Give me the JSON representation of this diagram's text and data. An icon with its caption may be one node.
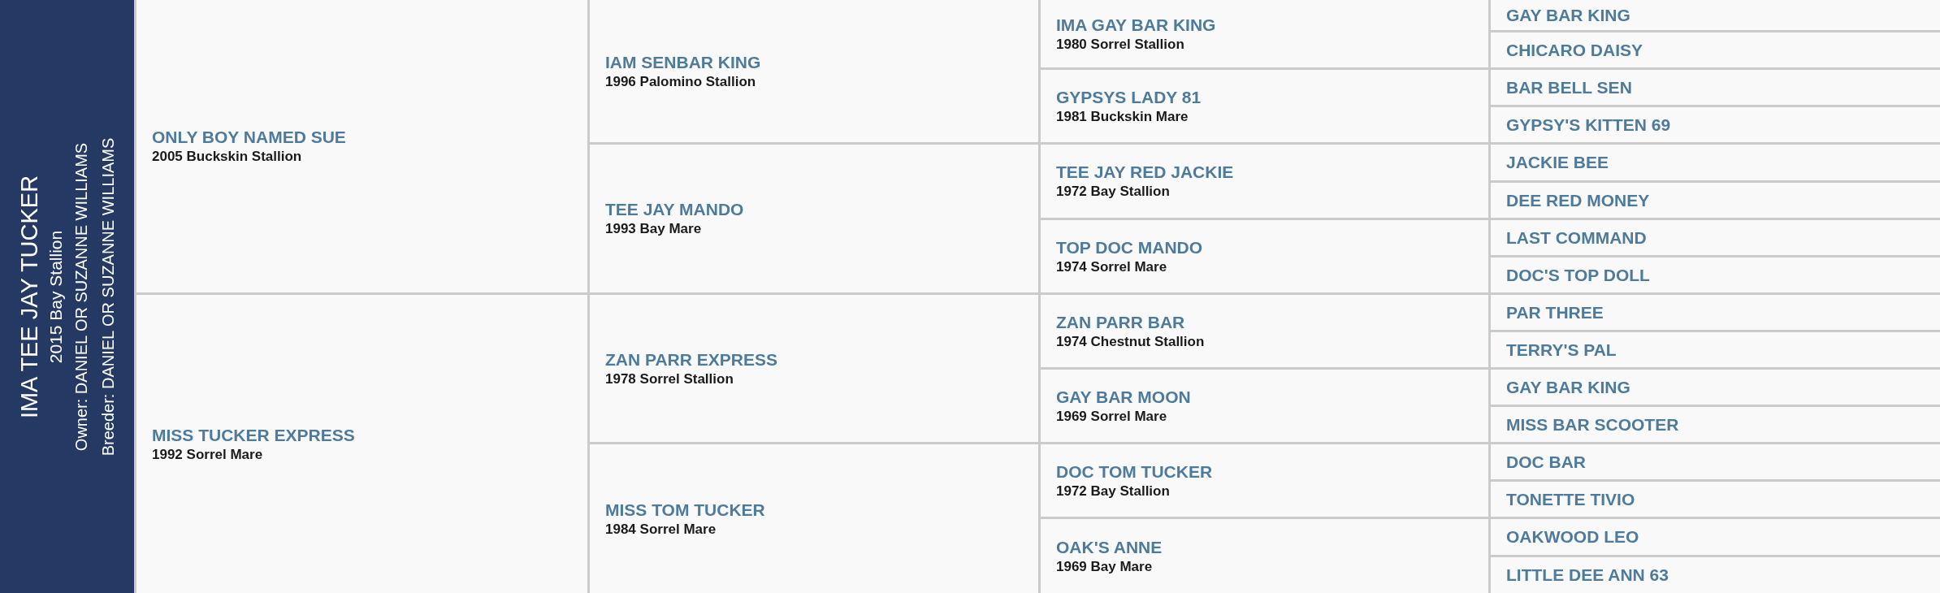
{
  "diagram": {
    "nodes": [
      {
        "text": [
          "IMA TEE JAY TUCKER",
          "2015 Bay Stallion",
          "Owner: DANIEL OR SUZANNE WILLIAMS",
          "Breeder: DANIEL OR SUZANNE WILLIAMS"
        ]
      },
      {
        "text": [
          "ONLY BOY NAMED SUE",
          "2005 Buckskin Stallion"
        ]
      },
      {
        "text": [
          "IAM SENBAR KING",
          "1996 Palomino Stallion"
        ]
      },
      {
        "text": [
          "IMA GAY BAR KING",
          "1980 Sorrel Stallion"
        ]
      },
      {
        "text": [
          "GAY BAR KING"
        ]
      },
      {
        "text": [
          "CHICARO DAISY"
        ]
      },
      {
        "text": [
          "GYPSYS LADY 81",
          "1981 Buckskin Mare"
        ]
      },
      {
        "text": [
          "BAR BELL SEN"
        ]
      },
      {
        "text": [
          "GYPSY'S KITTEN 69"
        ]
      },
      {
        "text": [
          "TEE JAY MANDO",
          "1993 Bay Mare"
        ]
      },
      {
        "text": [
          "TEE JAY RED JACKIE",
          "1972 Bay Stallion"
        ]
      },
      {
        "text": [
          "JACKIE BEE"
        ]
      },
      {
        "text": [
          "DEE RED MONEY"
        ]
      },
      {
        "text": [
          "TOP DOC MANDO",
          "1974 Sorrel Mare"
        ]
      },
      {
        "text": [
          "LAST COMMAND"
        ]
      },
      {
        "text": [
          "DOC'S TOP DOLL"
        ]
      },
      {
        "text": [
          "MISS TUCKER EXPRESS",
          "1992 Sorrel Mare"
        ]
      },
      {
        "text": [
          "ZAN PARR EXPRESS",
          "1978 Sorrel Stallion"
        ]
      },
      {
        "text": [
          "ZAN PARR BAR",
          "1974 Chestnut Stallion"
        ]
      },
      {
        "text": [
          "PAR THREE"
        ]
      },
      {
        "text": [
          "TERRY'S PAL"
        ]
      },
      {
        "text": [
          "GAY BAR MOON",
          "1969 Sorrel Mare"
        ]
      },
      {
        "text": [
          "GAY BAR KING"
        ]
      },
      {
        "text": [
          "MISS BAR SCOOTER"
        ]
      },
      {
        "text": [
          "MISS TOM TUCKER",
          "1984 Sorrel Mare"
        ]
      },
      {
        "text": [
          "DOC TOM TUCKER",
          "1972 Bay Stallion"
        ]
      },
      {
        "text": [
          "DOC BAR"
        ]
      },
      {
        "text": [
          "TONETTE TIVIO"
        ]
      },
      {
        "text": [
          "OAK'S ANNE",
          "1969 Bay Mare"
        ]
      },
      {
        "text": [
          "OAKWOOD LEO"
        ]
      },
      {
        "text": [
          "LITTLE DEE ANN 63"
        ]
      }
    ]
  }
}
